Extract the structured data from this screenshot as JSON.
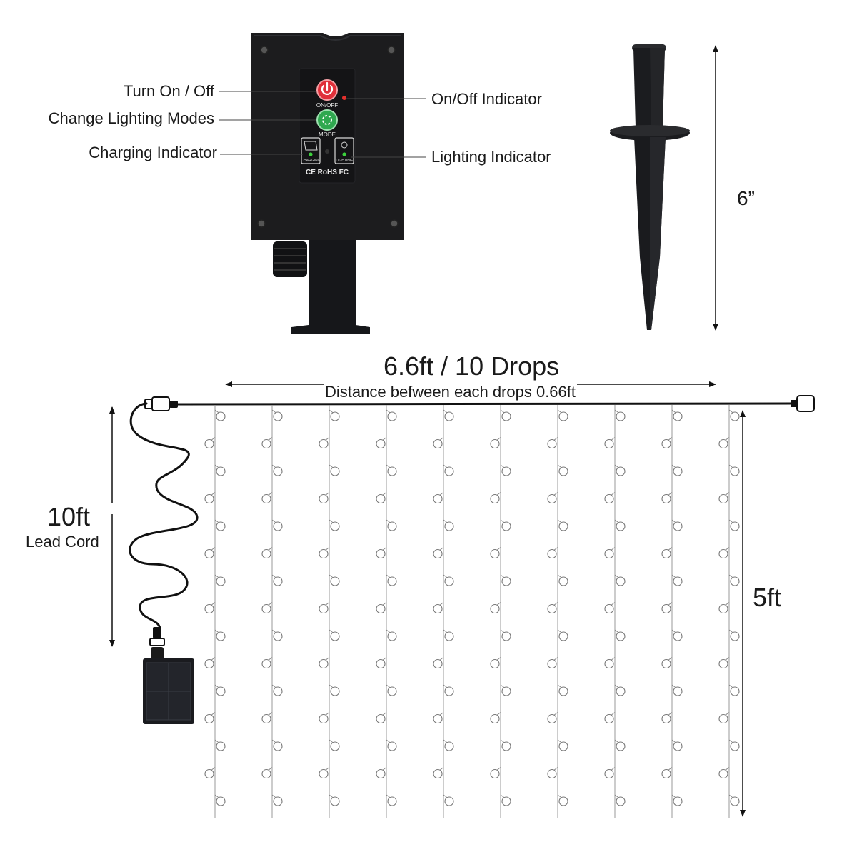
{
  "controller": {
    "callouts": {
      "turn_on_off": "Turn On / Off",
      "change_modes": "Change Lighting Modes",
      "charging_indicator": "Charging Indicator",
      "onoff_indicator": "On/Off Indicator",
      "lighting_indicator": "Lighting Indicator"
    },
    "panel_text": {
      "power_button": "ON/OFF",
      "mode_button": "MODE",
      "charging": "CHARGING",
      "lighting": "LIGHTING",
      "certifications": "CE RoHS FC"
    },
    "colors": {
      "housing": "#1c1c1e",
      "power_button": "#e0303a",
      "mode_button": "#2fa84f",
      "indicator_led": "#e4302c",
      "status_led": "#3cd23c"
    }
  },
  "stake": {
    "height": "6”"
  },
  "curtain": {
    "width_label": "6.6ft / 10 Drops",
    "spacing_label": "Distance befween each drops 0.66ft",
    "height_label": "5ft",
    "lead_length": "10ft",
    "lead_label": "Lead Cord",
    "drops": 10
  }
}
